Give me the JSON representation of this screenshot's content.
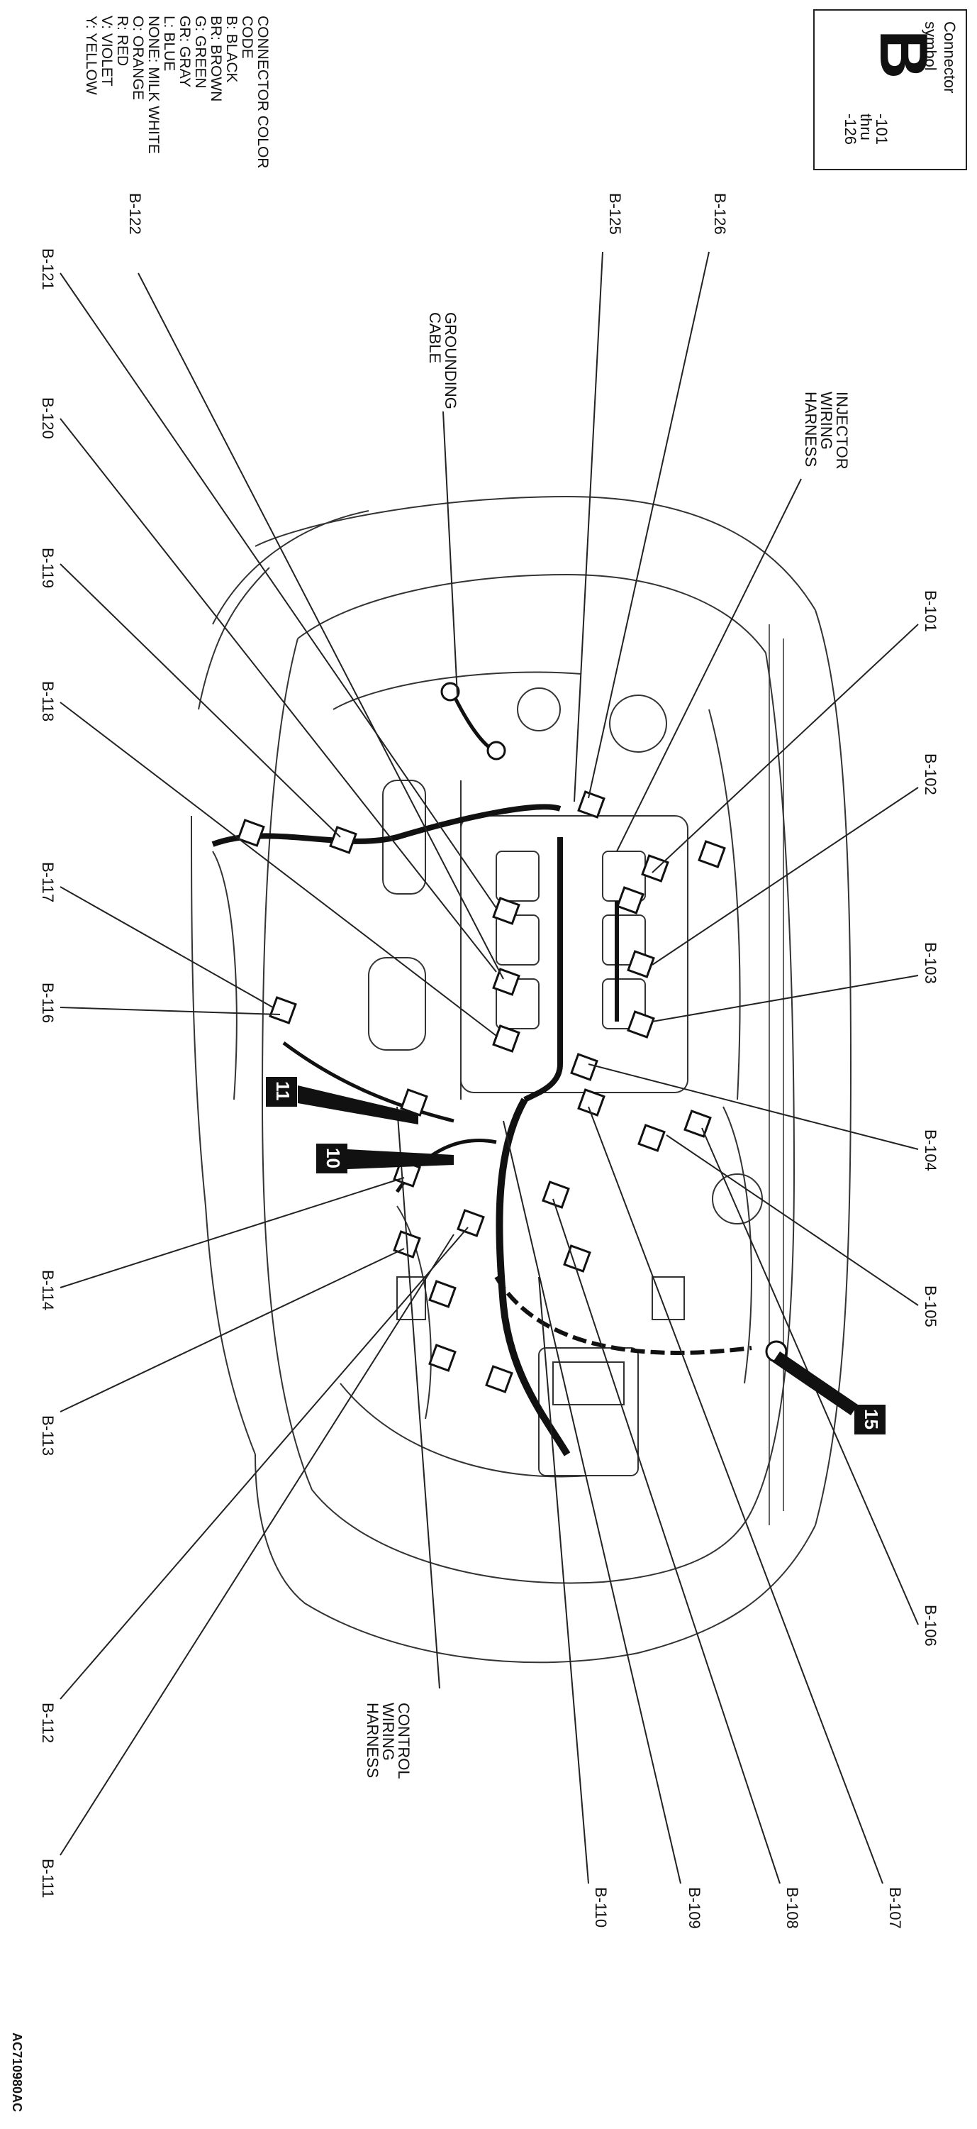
{
  "connector_symbol": {
    "caption": "Connector symbol",
    "letter": "B",
    "range_from": "-101",
    "range_mid": "thru",
    "range_to": "-126"
  },
  "color_code": {
    "heading": "CONNECTOR COLOR CODE",
    "entries": [
      "B: BLACK",
      "BR: BROWN",
      "G: GREEN",
      "GR: GRAY",
      "L: BLUE",
      "NONE: MILK WHITE",
      "O: ORANGE",
      "R: RED",
      "V: VIOLET",
      "Y: YELLOW"
    ]
  },
  "callouts": {
    "b101": "B-101",
    "b102": "B-102",
    "b103": "B-103",
    "b104": "B-104",
    "b105": "B-105",
    "b106": "B-106",
    "b107": "B-107",
    "b108": "B-108",
    "b109": "B-109",
    "b110": "B-110",
    "b111": "B-111",
    "b112": "B-112",
    "b113": "B-113",
    "b114": "B-114",
    "b116": "B-116",
    "b117": "B-117",
    "b118": "B-118",
    "b119": "B-119",
    "b120": "B-120",
    "b121": "B-121",
    "b122": "B-122",
    "b125": "B-125",
    "b126": "B-126"
  },
  "harness_labels": {
    "injector_l1": "INJECTOR",
    "injector_l2": "WIRING",
    "injector_l3": "HARNESS",
    "control_l1": "CONTROL",
    "control_l2": "WIRING",
    "control_l3": "HARNESS",
    "ground_l1": "GROUNDING",
    "ground_l2": "CABLE"
  },
  "ground_markers": {
    "m11": "11",
    "m10": "10",
    "m15": "15"
  },
  "figure_id": "AC710980AC"
}
